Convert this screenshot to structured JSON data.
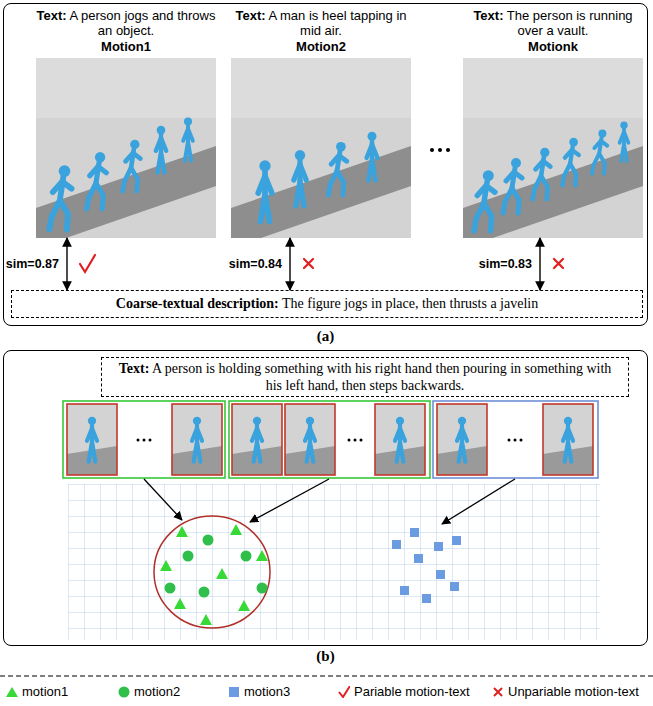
{
  "diagram": {
    "nodes": [
      {
        "text": [
          "(a)"
        ]
      },
      {
        "text": [
          "Text: A person jogs and throws an object.",
          "Motion1"
        ],
        "in": 0
      },
      {
        "text": [
          "Text: A man is heel tapping in mid air.",
          "Motion2"
        ],
        "in": 0
      },
      {
        "text": [
          "Text: The person is running over a vault.",
          "Motionk"
        ],
        "in": 0
      },
      {
        "text": [
          "Coarse-textual description: The figure jogs in place, then thrusts a javelin"
        ],
        "in": 0
      },
      {
        "text": [
          "(b)"
        ]
      },
      {
        "text": [
          "Text: A person is holding something with his right hand then pouring in something with his left hand, then steps backwards."
        ],
        "in": 5
      }
    ],
    "edges": [
      {
        "from": 1,
        "to": 4,
        "arrow": "both",
        "label": "sim=0.87"
      },
      {
        "from": 2,
        "to": 4,
        "arrow": "both",
        "label": "sim=0.84"
      },
      {
        "from": 3,
        "to": 4,
        "arrow": "both",
        "label": "sim=0.83"
      }
    ],
    "legend": [
      {
        "text": "motion1"
      },
      {
        "text": "motion2"
      },
      {
        "text": "motion3"
      },
      {
        "text": "Pariable motion-text"
      },
      {
        "text": "Unpariable motion-text"
      }
    ]
  }
}
